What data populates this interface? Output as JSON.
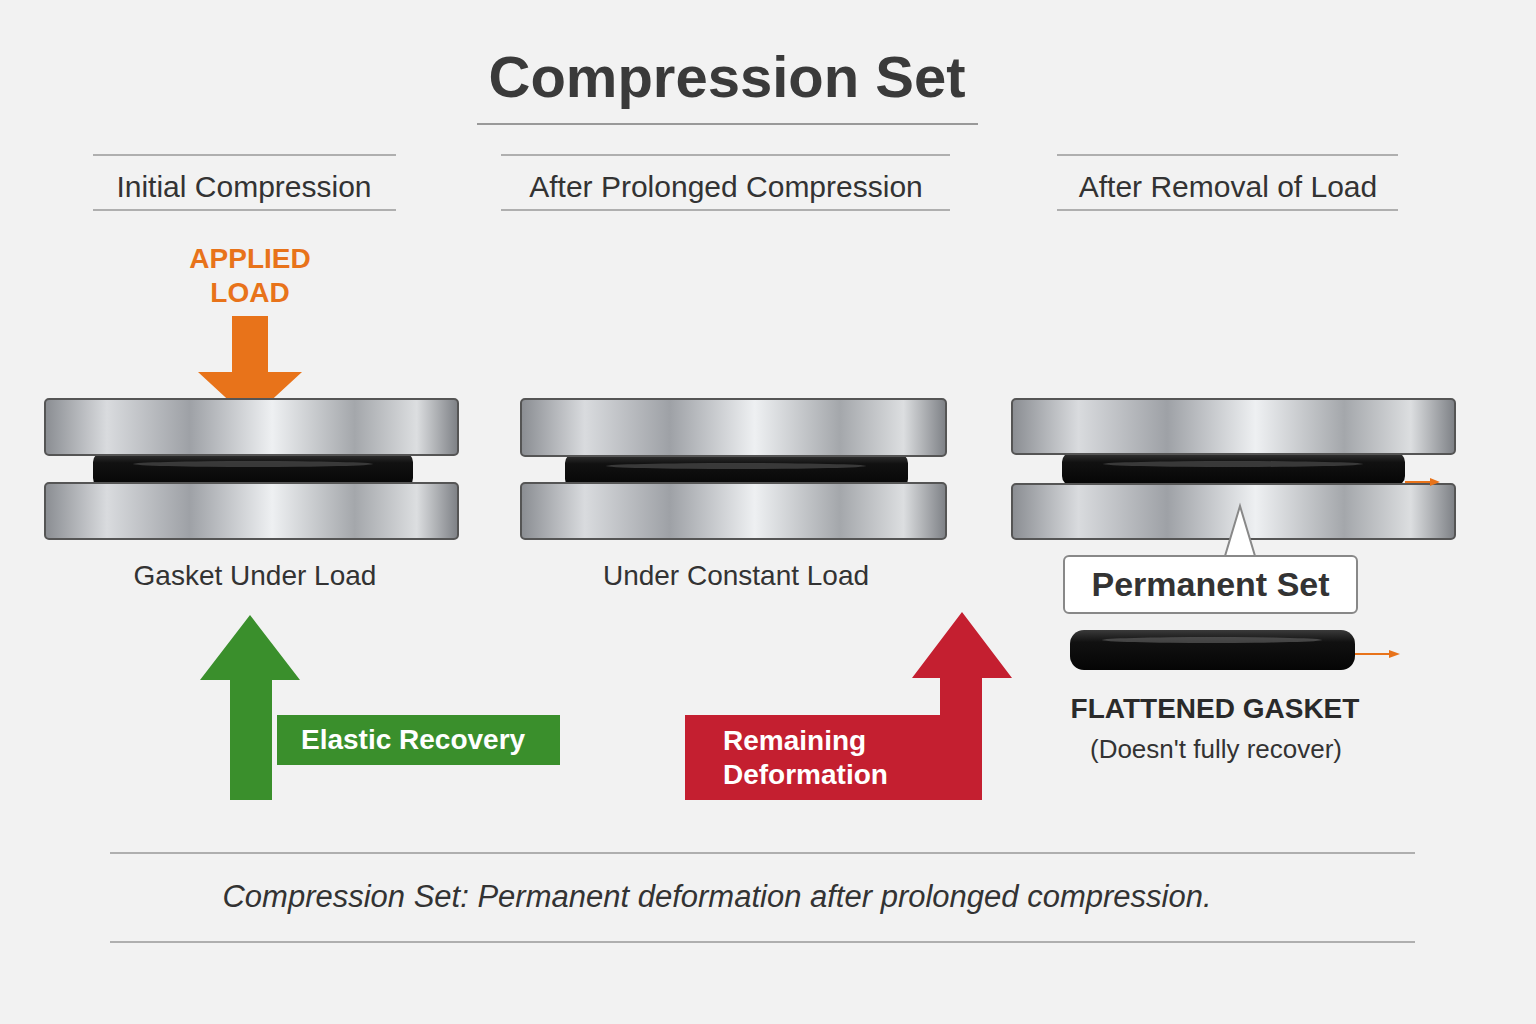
{
  "diagram": {
    "title": "Compression Set",
    "caption": "Compression Set: Permanent deformation after prolonged compression.",
    "nodes": [
      {
        "text": [
          "Permanent Set"
        ]
      },
      {
        "text": [
          "Elastic Recovery"
        ]
      },
      {
        "text": [
          "Remaining Deformation"
        ]
      }
    ],
    "labels": [
      "Initial Compression",
      "After Prolonged Compression",
      "After Removal of Load",
      "APPLIED LOAD",
      "Gasket Under Load",
      "Under Constant Load",
      "FLATTENED GASKET",
      "(Doesn't fully recover)"
    ]
  }
}
